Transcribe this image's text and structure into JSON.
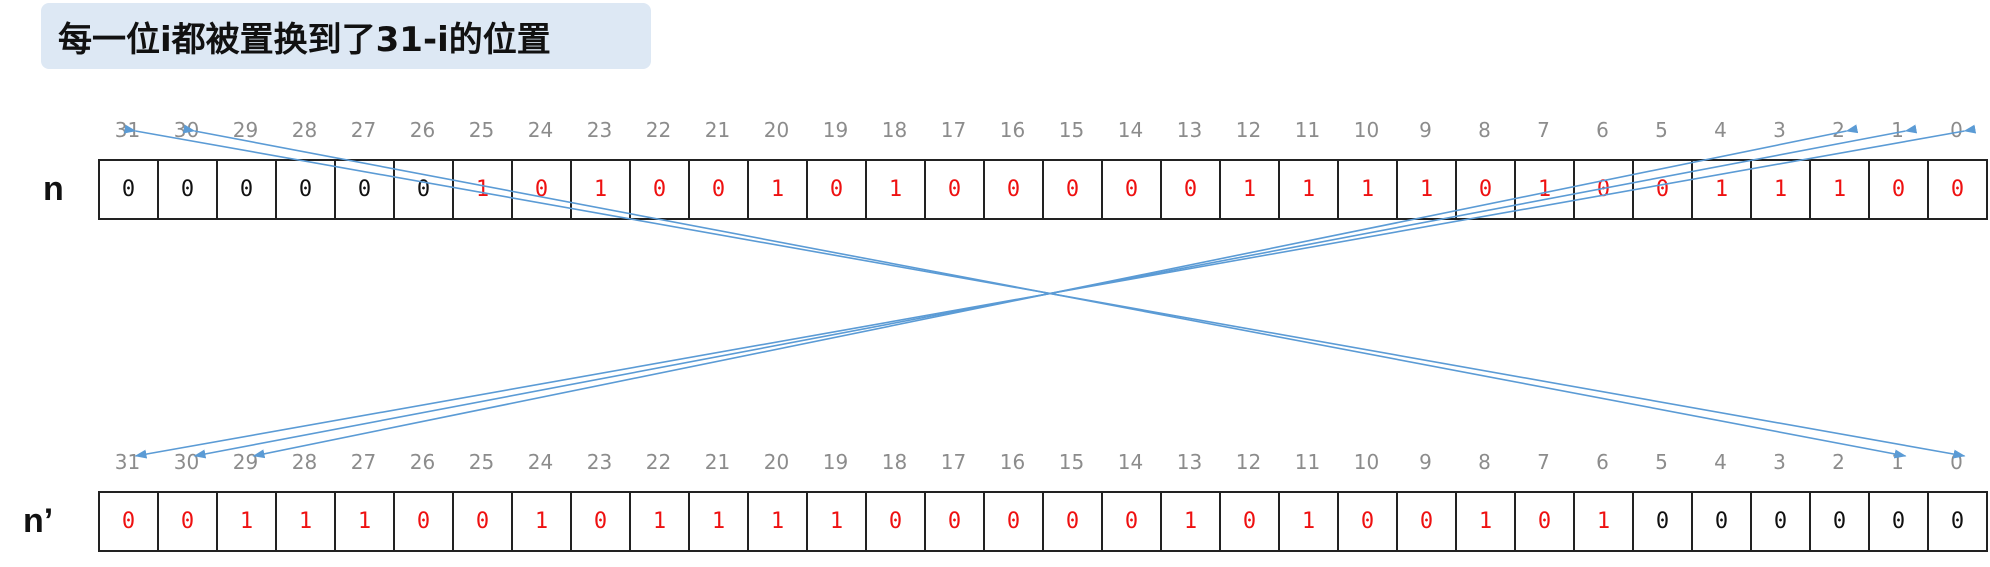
{
  "title": "每一位i都被置换到了31-i的位置",
  "labels": {
    "top_row": "n",
    "bottom_row": "n’"
  },
  "indices": [
    "31",
    "30",
    "29",
    "28",
    "27",
    "26",
    "25",
    "24",
    "23",
    "22",
    "21",
    "20",
    "19",
    "18",
    "17",
    "16",
    "15",
    "14",
    "13",
    "12",
    "11",
    "10",
    "9",
    "8",
    "7",
    "6",
    "5",
    "4",
    "3",
    "2",
    "1",
    "0"
  ],
  "n_bits": [
    {
      "v": "0",
      "c": "black"
    },
    {
      "v": "0",
      "c": "black"
    },
    {
      "v": "0",
      "c": "black"
    },
    {
      "v": "0",
      "c": "black"
    },
    {
      "v": "0",
      "c": "black"
    },
    {
      "v": "0",
      "c": "black"
    },
    {
      "v": "1",
      "c": "red"
    },
    {
      "v": "0",
      "c": "red"
    },
    {
      "v": "1",
      "c": "red"
    },
    {
      "v": "0",
      "c": "red"
    },
    {
      "v": "0",
      "c": "red"
    },
    {
      "v": "1",
      "c": "red"
    },
    {
      "v": "0",
      "c": "red"
    },
    {
      "v": "1",
      "c": "red"
    },
    {
      "v": "0",
      "c": "red"
    },
    {
      "v": "0",
      "c": "red"
    },
    {
      "v": "0",
      "c": "red"
    },
    {
      "v": "0",
      "c": "red"
    },
    {
      "v": "0",
      "c": "red"
    },
    {
      "v": "1",
      "c": "red"
    },
    {
      "v": "1",
      "c": "red"
    },
    {
      "v": "1",
      "c": "red"
    },
    {
      "v": "1",
      "c": "red"
    },
    {
      "v": "0",
      "c": "red"
    },
    {
      "v": "1",
      "c": "red"
    },
    {
      "v": "0",
      "c": "red"
    },
    {
      "v": "0",
      "c": "red"
    },
    {
      "v": "1",
      "c": "red"
    },
    {
      "v": "1",
      "c": "red"
    },
    {
      "v": "1",
      "c": "red"
    },
    {
      "v": "0",
      "c": "red"
    },
    {
      "v": "0",
      "c": "red"
    }
  ],
  "n_prime_bits": [
    {
      "v": "0",
      "c": "red"
    },
    {
      "v": "0",
      "c": "red"
    },
    {
      "v": "1",
      "c": "red"
    },
    {
      "v": "1",
      "c": "red"
    },
    {
      "v": "1",
      "c": "red"
    },
    {
      "v": "0",
      "c": "red"
    },
    {
      "v": "0",
      "c": "red"
    },
    {
      "v": "1",
      "c": "red"
    },
    {
      "v": "0",
      "c": "red"
    },
    {
      "v": "1",
      "c": "red"
    },
    {
      "v": "1",
      "c": "red"
    },
    {
      "v": "1",
      "c": "red"
    },
    {
      "v": "1",
      "c": "red"
    },
    {
      "v": "0",
      "c": "red"
    },
    {
      "v": "0",
      "c": "red"
    },
    {
      "v": "0",
      "c": "red"
    },
    {
      "v": "0",
      "c": "red"
    },
    {
      "v": "0",
      "c": "red"
    },
    {
      "v": "1",
      "c": "red"
    },
    {
      "v": "0",
      "c": "red"
    },
    {
      "v": "1",
      "c": "red"
    },
    {
      "v": "0",
      "c": "red"
    },
    {
      "v": "0",
      "c": "red"
    },
    {
      "v": "1",
      "c": "red"
    },
    {
      "v": "0",
      "c": "red"
    },
    {
      "v": "1",
      "c": "red"
    },
    {
      "v": "0",
      "c": "black"
    },
    {
      "v": "0",
      "c": "black"
    },
    {
      "v": "0",
      "c": "black"
    },
    {
      "v": "0",
      "c": "black"
    },
    {
      "v": "0",
      "c": "black"
    },
    {
      "v": "0",
      "c": "black"
    }
  ],
  "mappings": [
    {
      "from": 31,
      "to": 0
    },
    {
      "from": 30,
      "to": 1
    },
    {
      "from": 2,
      "to": 29
    },
    {
      "from": 1,
      "to": 30
    },
    {
      "from": 0,
      "to": 31
    }
  ],
  "colors": {
    "title_bg": "#dde8f4",
    "index_text": "#8c8c8c",
    "red_bit": "#ee1111",
    "black_bit": "#111111",
    "arrow": "#5b9bd5",
    "grid": "#222222"
  }
}
